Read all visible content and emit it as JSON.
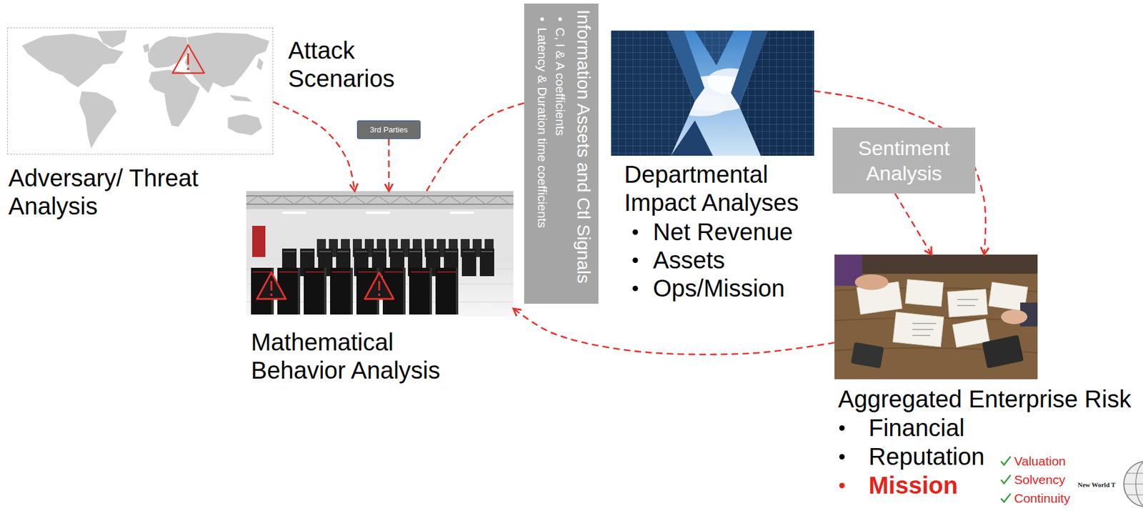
{
  "diagram": {
    "nodes": [
      {
        "text": [
          "Adversary/ Threat Analysis"
        ]
      },
      {
        "text": [
          "3rd Parties"
        ]
      },
      {
        "text": [
          "Mathematical Behavior Analysis"
        ]
      },
      {
        "text": [
          "Information Assets and Ctl Signals",
          "C, I & A coefficients",
          "Latency & Duration time coefficients"
        ]
      },
      {
        "text": [
          "Departmental Impact Analyses",
          "Net Revenue",
          "Assets",
          "Ops/Mission"
        ]
      },
      {
        "text": [
          "Sentiment Analysis"
        ]
      },
      {
        "text": [
          "Aggregated Enterprise Risk",
          "Financial",
          "Reputation",
          "Mission"
        ]
      }
    ],
    "edges": [
      {
        "from": 0,
        "to": 2,
        "arrow": "to"
      },
      {
        "from": 1,
        "to": 2,
        "arrow": "to"
      },
      {
        "from": 2,
        "to": 3,
        "arrow": "none"
      },
      {
        "from": 4,
        "to": 6,
        "arrow": "to"
      },
      {
        "from": 5,
        "to": 6,
        "arrow": "to"
      },
      {
        "from": 6,
        "to": 2,
        "arrow": "to"
      }
    ],
    "labels": [
      "Attack Scenarios",
      "Valuation",
      "Solvency",
      "Continuity",
      "New World T"
    ]
  }
}
